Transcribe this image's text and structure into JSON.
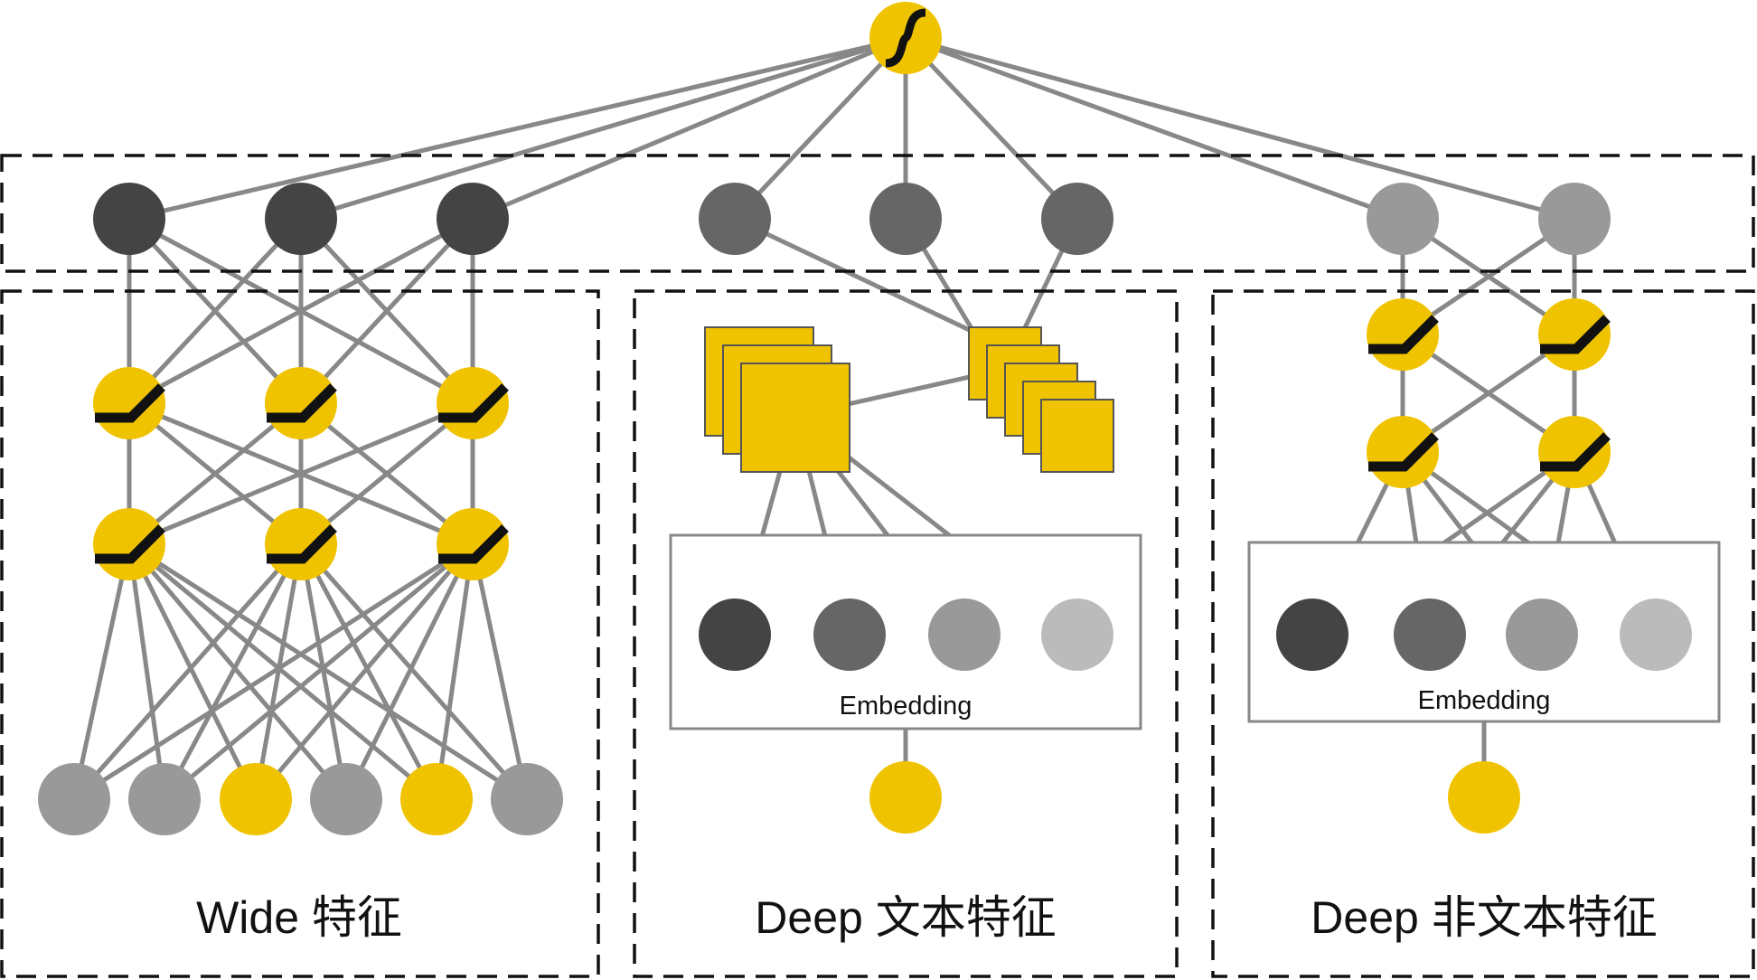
{
  "colors": {
    "yellow": "#F0C300",
    "dark": "#444444",
    "mid_dark": "#666666",
    "mid": "#999999",
    "light": "#BBBBBB",
    "edge": "#888888",
    "activation": "#111111"
  },
  "panels": {
    "wide": {
      "title": "Wide 特征"
    },
    "deep_text": {
      "title": "Deep 文本特征",
      "embedding_label": "Embedding"
    },
    "deep_nontext": {
      "title": "Deep 非文本特征",
      "embedding_label": "Embedding"
    }
  },
  "icons": {
    "output_node": "sigmoid-icon",
    "hidden_node": "relu-icon"
  }
}
